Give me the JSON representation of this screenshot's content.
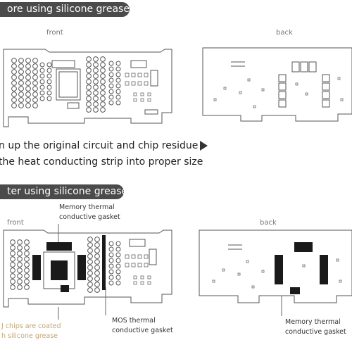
{
  "section_before": {
    "title": "ore using silicone grease"
  },
  "section_after": {
    "title": "ter using silicone grease"
  },
  "views": {
    "front_top": "front",
    "back_top": "back",
    "front_bottom": "front",
    "back_bottom": "back"
  },
  "steps": {
    "step1": "n up the original circuit and chip residue",
    "step2": "the heat conducting strip into proper size"
  },
  "callouts": {
    "memory_front_line1": "Memory thermal",
    "memory_front_line2": "conductive gasket",
    "chips_line1": "J chips are coated",
    "chips_line2": "h silicone grease",
    "mos_line1": "MOS thermal",
    "mos_line2": "conductive gasket",
    "memory_back_line1": "Memory thermal",
    "memory_back_line2": "conductive gasket"
  },
  "colors": {
    "pill_bg": "#4b4b4b",
    "chip_note": "#c4a574",
    "gasket": "#1a1a1a"
  }
}
